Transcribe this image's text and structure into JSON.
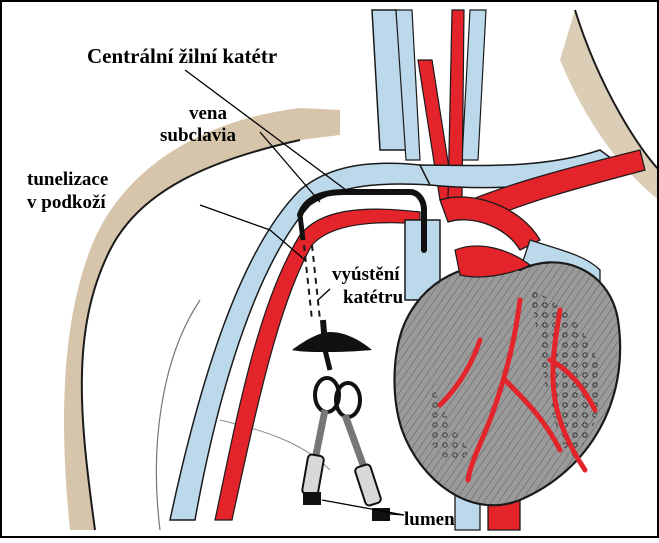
{
  "labels": {
    "title": "Centrální žilní katétr",
    "vena_line1": "vena",
    "vena_line2": "subclavia",
    "tunnel_line1": "tunelizace",
    "tunnel_line2": "v podkoží",
    "exit_line1": "vyústění",
    "exit_line2": "katétru",
    "lumen": "lumen"
  },
  "colors": {
    "artery": "#e3242b",
    "vein": "#bcd9ec",
    "skin_shade": "#c9b28f",
    "heart": "#8a8a8a",
    "catheter": "#111111",
    "outline": "#1a1a1a",
    "frame": "#000000"
  }
}
